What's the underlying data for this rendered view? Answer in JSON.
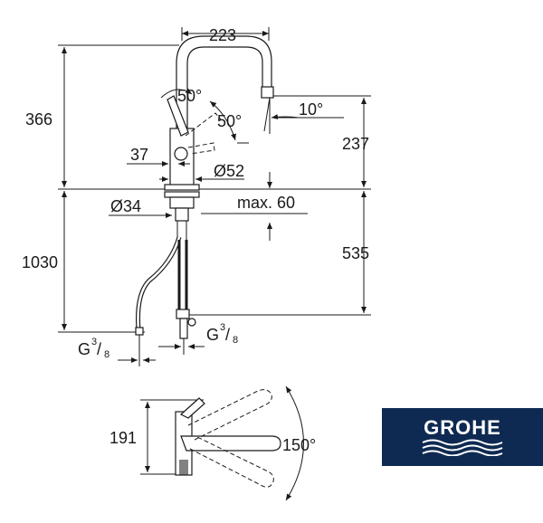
{
  "dimensions": {
    "width_top": "223",
    "height_spout": "366",
    "angle_50_a": "50°",
    "angle_50_b": "50°",
    "angle_10": "10°",
    "height_237": "237",
    "offset_37": "37",
    "diameter_52": "Ø52",
    "diameter_34": "Ø34",
    "max_thickness": "max. 60",
    "height_1030": "1030",
    "height_535": "535",
    "thread_g": "G",
    "thread_num": "3",
    "thread_den": "8",
    "height_191": "191",
    "swivel_angle": "150°"
  },
  "logo": {
    "text": "GROHE",
    "background": "#0f2a52"
  }
}
